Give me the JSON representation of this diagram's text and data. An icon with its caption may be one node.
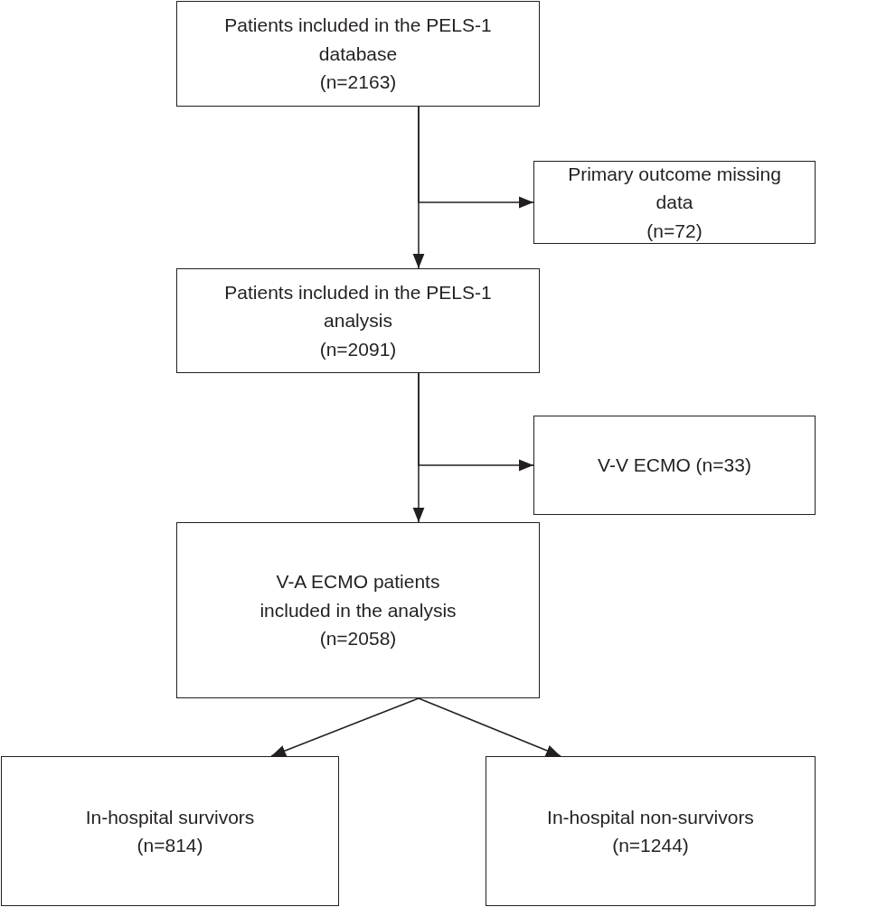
{
  "diagram": {
    "nodes": [
      {
        "text": [
          "Patients included in the PELS-1 database",
          "(n=2163)"
        ]
      },
      {
        "text": [
          "Primary outcome missing data",
          "(n=72)"
        ]
      },
      {
        "text": [
          "Patients included in the PELS-1 analysis",
          "(n=2091)"
        ]
      },
      {
        "text": [
          "V-V ECMO (n=33)"
        ]
      },
      {
        "text": [
          "V-A ECMO patients included in the analysis",
          "(n=2058)"
        ]
      },
      {
        "text": [
          "In-hospital survivors",
          "(n=814)"
        ]
      },
      {
        "text": [
          "In-hospital non-survivors",
          "(n=1244)"
        ]
      }
    ],
    "edges": [
      {
        "from": 0,
        "to": 2,
        "arrow": "to"
      },
      {
        "from": 0,
        "to": 1,
        "arrow": "to"
      },
      {
        "from": 2,
        "to": 4,
        "arrow": "to"
      },
      {
        "from": 2,
        "to": 3,
        "arrow": "to"
      },
      {
        "from": 4,
        "to": 5,
        "arrow": "to"
      },
      {
        "from": 4,
        "to": 6,
        "arrow": "to"
      }
    ]
  }
}
